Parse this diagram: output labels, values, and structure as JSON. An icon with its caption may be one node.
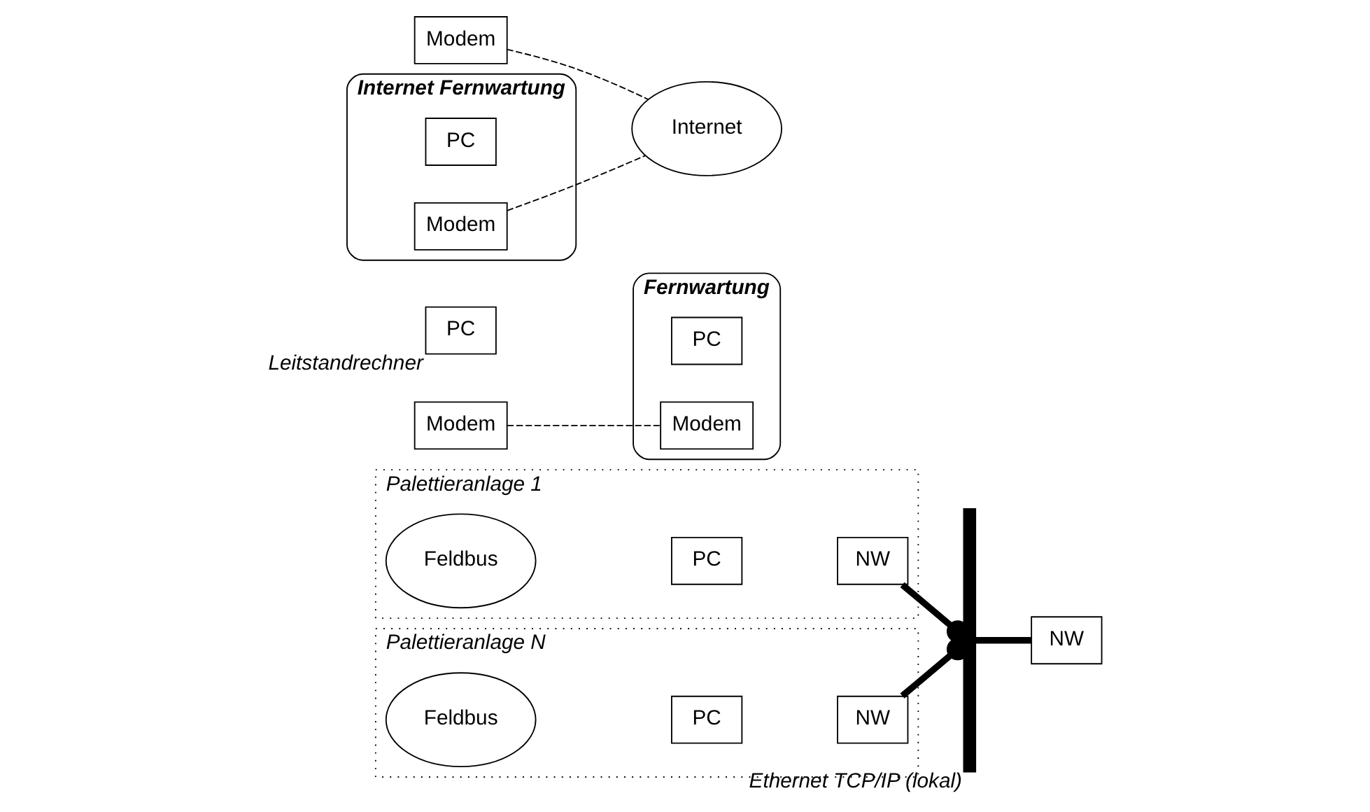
{
  "diagram": {
    "nodes": [
      {
        "text": [
          "Palettieranlage 1"
        ]
      },
      {
        "text": [
          "Feldbus"
        ],
        "in": 0
      },
      {
        "text": [
          "PC"
        ],
        "in": 0
      },
      {
        "text": [
          "NW"
        ],
        "in": 0
      },
      {
        "text": [
          "Palettieranlage N"
        ]
      },
      {
        "text": [
          "Feldbus"
        ],
        "in": 4
      },
      {
        "text": [
          "PC"
        ],
        "in": 4
      },
      {
        "text": [
          "NW"
        ],
        "in": 4
      },
      {
        "text": [],
        "shape": "bar",
        "beside": [
          "Ethernet TCP/IP (lokal)"
        ]
      },
      {
        "text": [
          "NW"
        ]
      },
      {
        "text": [
          "Modem"
        ]
      },
      {
        "text": [
          "PC"
        ],
        "beside": [
          "Leitstandrechner"
        ]
      },
      {
        "text": [
          "Modem"
        ]
      },
      {
        "text": [
          "Fernwartung"
        ]
      },
      {
        "text": [
          "PC"
        ],
        "in": 13
      },
      {
        "text": [
          "Modem"
        ],
        "in": 13
      },
      {
        "text": [
          "Internet Fernwartung"
        ]
      },
      {
        "text": [
          "PC"
        ],
        "in": 16
      },
      {
        "text": [
          "Modem"
        ],
        "in": 16
      },
      {
        "text": [
          "Internet"
        ]
      }
    ],
    "edges": [
      {
        "from": 3,
        "to": 8,
        "arrow": "other",
        "style": "thick"
      },
      {
        "from": 7,
        "to": 8,
        "arrow": "other",
        "style": "thick"
      },
      {
        "from": 8,
        "to": 9,
        "arrow": "none",
        "style": "thick"
      },
      {
        "from": 10,
        "to": 15,
        "arrow": "none",
        "style": "dashed"
      },
      {
        "from": 12,
        "to": 19,
        "arrow": "none",
        "style": "dashed"
      },
      {
        "from": 18,
        "to": 19,
        "arrow": "none",
        "style": "dashed"
      }
    ]
  }
}
